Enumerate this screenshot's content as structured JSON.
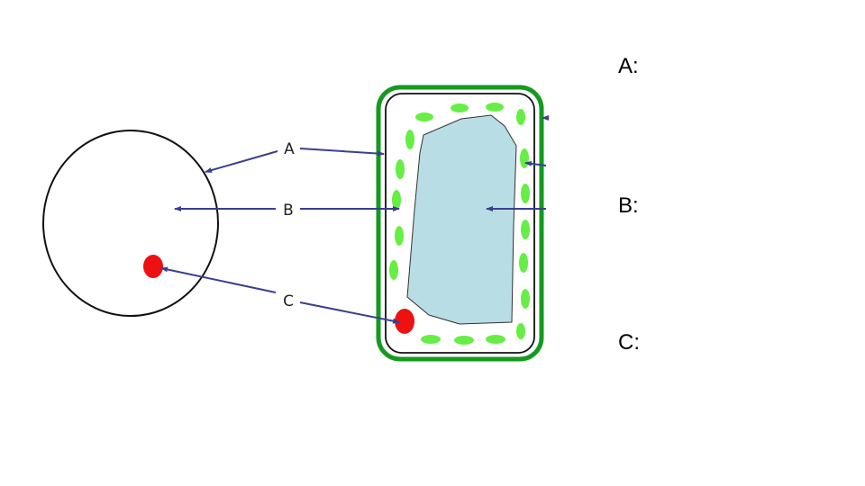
{
  "diagram": {
    "labels": {
      "a": "A",
      "b": "B",
      "c": "C"
    },
    "colors": {
      "arrow": "#3b3f8f",
      "cell_wall": "#139a1f",
      "chloroplast": "#66ee44",
      "vacuole": "#b9dde4",
      "nucleus": "#ee1111",
      "outline": "#111111"
    }
  },
  "answers": {
    "a": "A:",
    "b": "B:",
    "c": "C:"
  }
}
